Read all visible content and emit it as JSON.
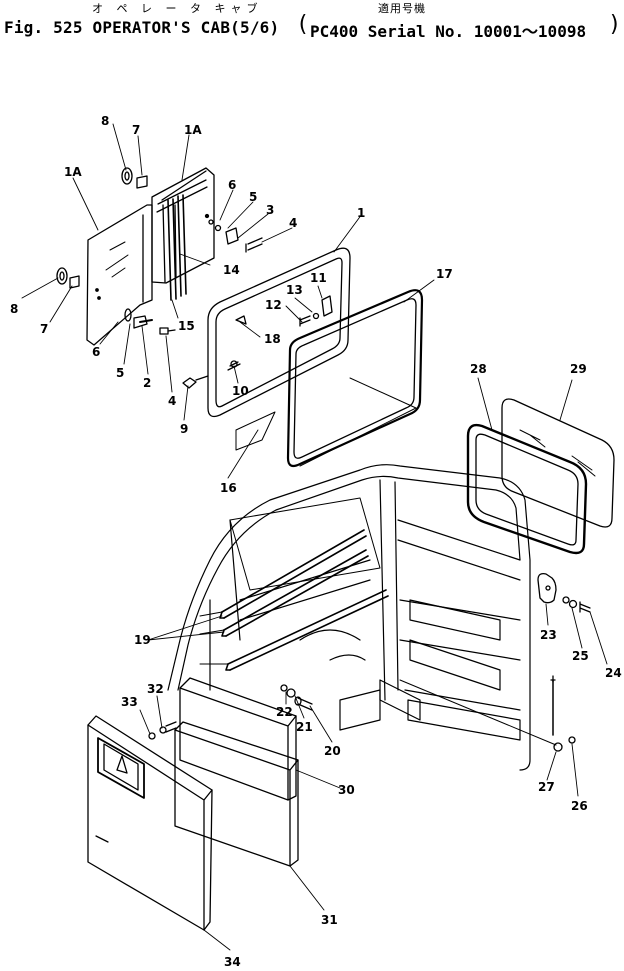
{
  "header": {
    "jp_operator_cab": "オ ペ レ ー タ キャブ",
    "jp_applicable": "適用号機",
    "figure_title": "Fig. 525 OPERATOR'S CAB(5/6)",
    "serial_text": "PC400  Serial No. 10001～10098"
  },
  "labels": [
    {
      "id": "8a",
      "text": "8"
    },
    {
      "id": "7a",
      "text": "7"
    },
    {
      "id": "1Aa",
      "text": "1A"
    },
    {
      "id": "1Ab",
      "text": "1A"
    },
    {
      "id": "6a",
      "text": "6"
    },
    {
      "id": "5a",
      "text": "5"
    },
    {
      "id": "3",
      "text": "3"
    },
    {
      "id": "4a",
      "text": "4"
    },
    {
      "id": "1",
      "text": "1"
    },
    {
      "id": "14",
      "text": "14"
    },
    {
      "id": "11",
      "text": "11"
    },
    {
      "id": "13",
      "text": "13"
    },
    {
      "id": "17",
      "text": "17"
    },
    {
      "id": "12",
      "text": "12"
    },
    {
      "id": "8b",
      "text": "8"
    },
    {
      "id": "7b",
      "text": "7"
    },
    {
      "id": "15",
      "text": "15"
    },
    {
      "id": "18",
      "text": "18"
    },
    {
      "id": "6b",
      "text": "6"
    },
    {
      "id": "5b",
      "text": "5"
    },
    {
      "id": "2",
      "text": "2"
    },
    {
      "id": "10",
      "text": "10"
    },
    {
      "id": "4b",
      "text": "4"
    },
    {
      "id": "9",
      "text": "9"
    },
    {
      "id": "28",
      "text": "28"
    },
    {
      "id": "29",
      "text": "29"
    },
    {
      "id": "16",
      "text": "16"
    },
    {
      "id": "19",
      "text": "19"
    },
    {
      "id": "23",
      "text": "23"
    },
    {
      "id": "25",
      "text": "25"
    },
    {
      "id": "24",
      "text": "24"
    },
    {
      "id": "32",
      "text": "32"
    },
    {
      "id": "33",
      "text": "33"
    },
    {
      "id": "22",
      "text": "22"
    },
    {
      "id": "21",
      "text": "21"
    },
    {
      "id": "20",
      "text": "20"
    },
    {
      "id": "30",
      "text": "30"
    },
    {
      "id": "27",
      "text": "27"
    },
    {
      "id": "26",
      "text": "26"
    },
    {
      "id": "31",
      "text": "31"
    },
    {
      "id": "34",
      "text": "34"
    }
  ]
}
